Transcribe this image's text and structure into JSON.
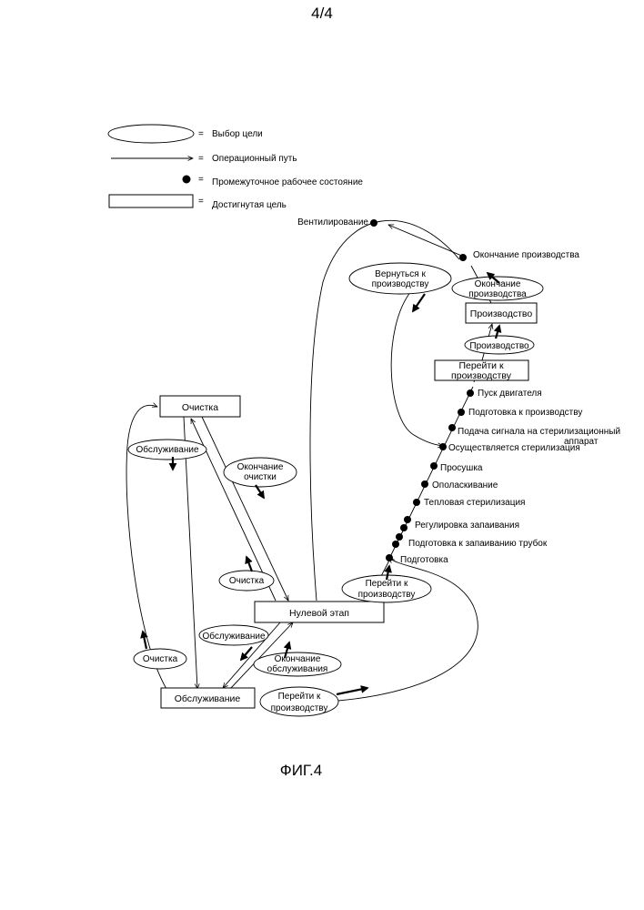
{
  "page_number": "4/4",
  "figure_caption": "ФИГ.4",
  "legend": {
    "items": [
      {
        "symbol": "ellipse",
        "eq": "=",
        "label": "Выбор цели"
      },
      {
        "symbol": "arrow",
        "eq": "=",
        "label": "Операционный путь"
      },
      {
        "symbol": "dot",
        "eq": "=",
        "label": "Промежуточное рабочее состояние"
      },
      {
        "symbol": "box",
        "eq": "=",
        "label": "Достигнутая цель"
      }
    ]
  },
  "goals_achieved": {
    "ochistka": "Очистка",
    "nulevoy": "Нулевой этап",
    "obsluzhivanie": "Обслуживание",
    "proizvodstvo": "Производство",
    "pereiti": [
      "Перейти к",
      "производству"
    ]
  },
  "goal_selections": {
    "obsluzhivanie_top": "Обслуживание",
    "okonchanie_ochistki": [
      "Окончание",
      "очистки"
    ],
    "ochistka_mid": "Очистка",
    "obsluzhivanie_mid": "Обслуживание",
    "ochistka_left": "Очистка",
    "okonchanie_obsluzhivaniya": [
      "Окончание",
      "обслуживания"
    ],
    "pereiti_bottom": [
      "Перейти к",
      "производству"
    ],
    "pereiti_mid": [
      "Перейти к",
      "производству"
    ],
    "vernutsya": [
      "Вернуться к",
      "производству"
    ],
    "okonchanie_proizvodstva": [
      "Окончание",
      "производства"
    ],
    "proizvodstvo": "Производство"
  },
  "states": {
    "ventilirovanie": "Вентилирование",
    "okonchanie_proizvodstva": "Окончание производства",
    "pusk": "Пуск двигателя",
    "podgotovka_k_proizvodstvu": "Подготовка к производству",
    "podacha": [
      "Подача сигнала на стерилизационный",
      "аппарат"
    ],
    "sterilizatsiya": "Осуществляется стерилизация",
    "prosushka": "Просушка",
    "opolaskivanie": "Ополаскивание",
    "teplovaya": "Тепловая стерилизация",
    "regulirovka": "Регулировка запаивания",
    "podgotovka_zapaivaniyu": "Подготовка к запаиванию трубок",
    "podgotovka": "Подготовка"
  }
}
